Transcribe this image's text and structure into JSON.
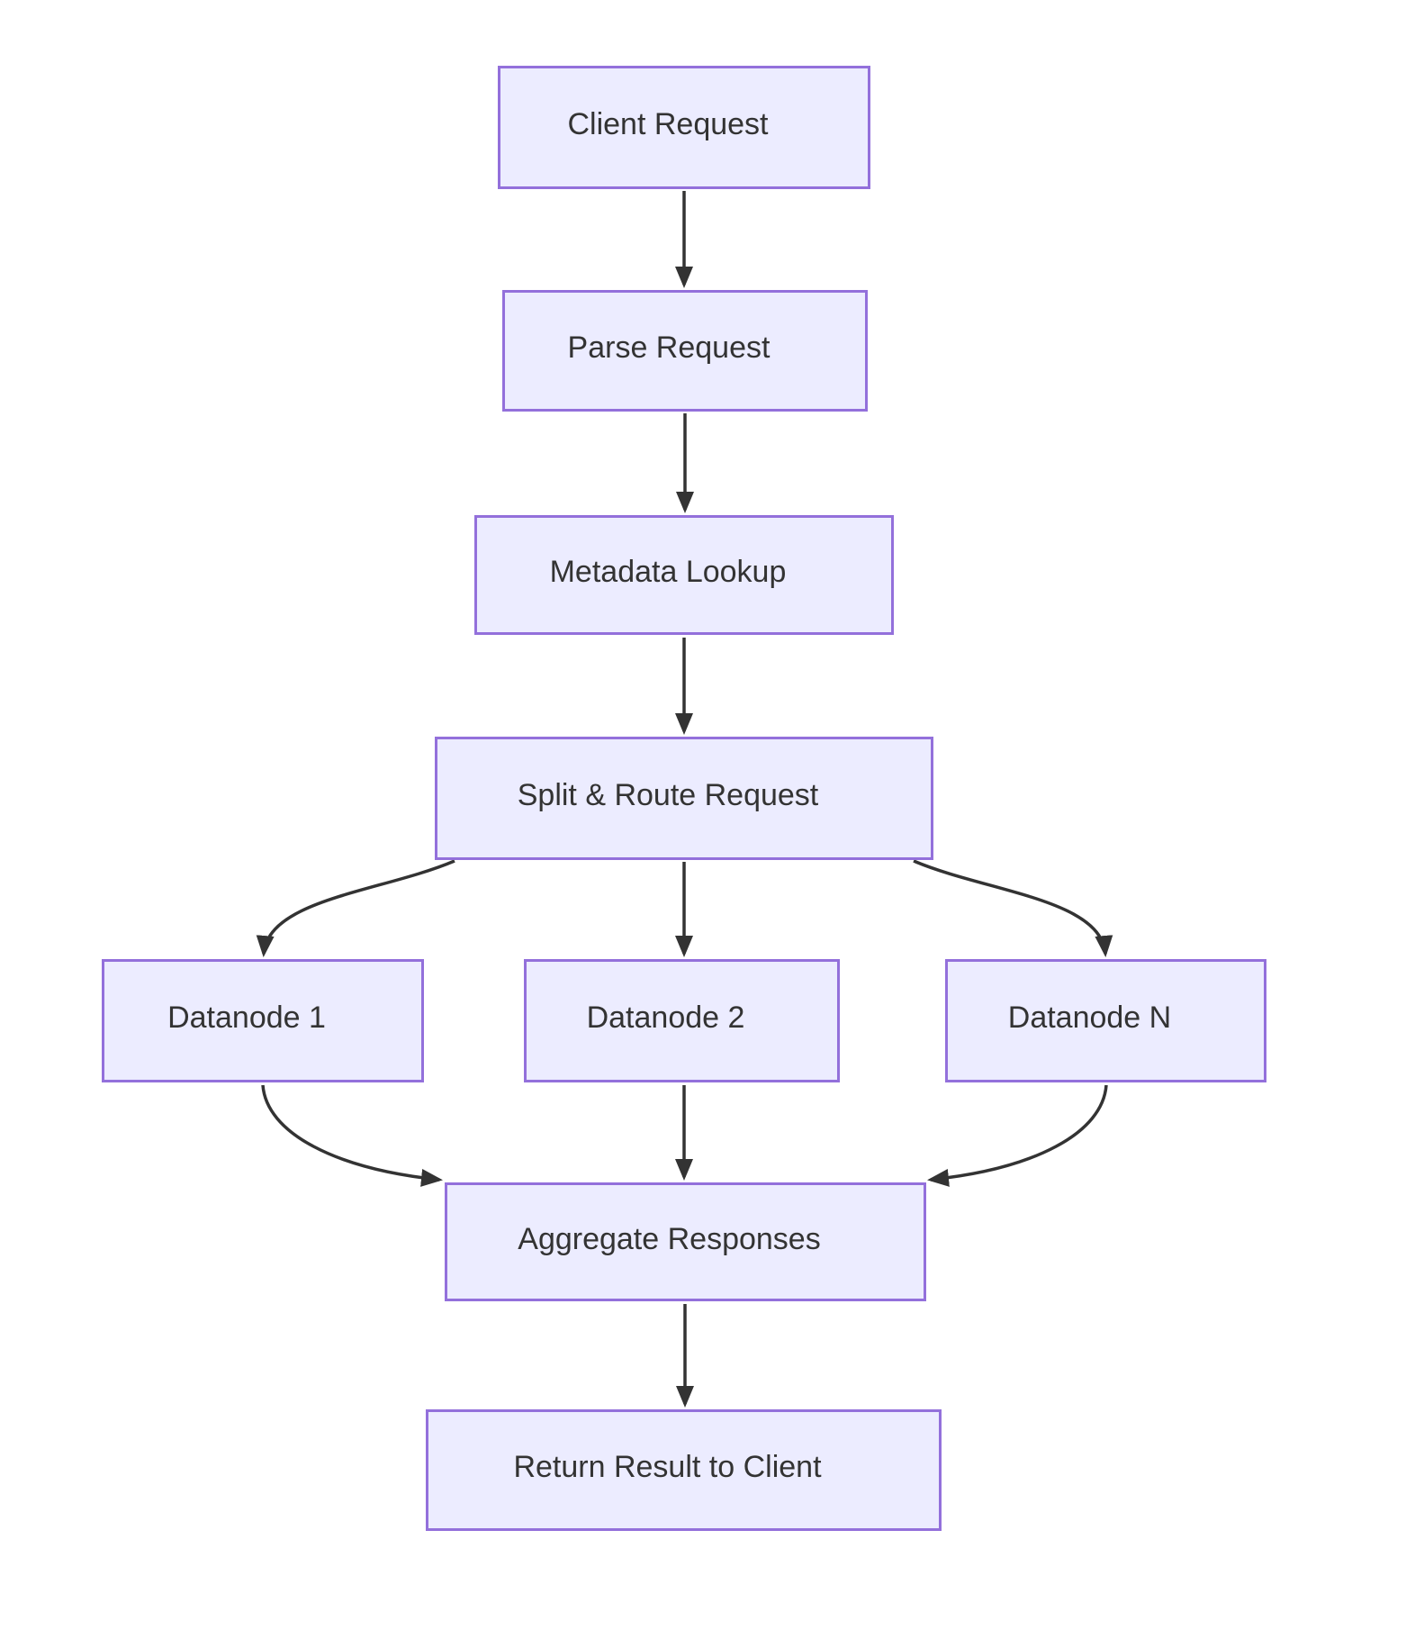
{
  "diagram": {
    "type": "flowchart",
    "direction": "top-down",
    "nodes": {
      "client": {
        "label": "Client Request"
      },
      "parse": {
        "label": "Parse Request"
      },
      "metadata": {
        "label": "Metadata Lookup"
      },
      "split": {
        "label": "Split & Route Request"
      },
      "datanode1": {
        "label": "Datanode 1"
      },
      "datanode2": {
        "label": "Datanode 2"
      },
      "datanodeN": {
        "label": "Datanode N"
      },
      "aggregate": {
        "label": "Aggregate Responses"
      },
      "return": {
        "label": "Return Result to Client"
      }
    },
    "edges": [
      {
        "from": "client",
        "to": "parse"
      },
      {
        "from": "parse",
        "to": "metadata"
      },
      {
        "from": "metadata",
        "to": "split"
      },
      {
        "from": "split",
        "to": "datanode1"
      },
      {
        "from": "split",
        "to": "datanode2"
      },
      {
        "from": "split",
        "to": "datanodeN"
      },
      {
        "from": "datanode1",
        "to": "aggregate"
      },
      {
        "from": "datanode2",
        "to": "aggregate"
      },
      {
        "from": "datanodeN",
        "to": "aggregate"
      },
      {
        "from": "aggregate",
        "to": "return"
      }
    ],
    "colors": {
      "node_fill": "#ECECFF",
      "node_border": "#9370DB",
      "node_text": "#333333",
      "edge_stroke": "#333333",
      "background": "#FFFFFF"
    }
  }
}
